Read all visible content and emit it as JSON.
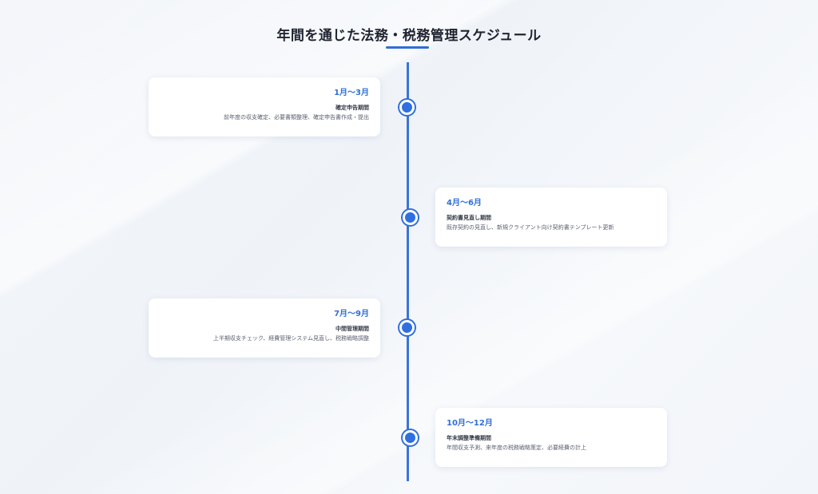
{
  "title": "年間を通じた法務・税務管理スケジュール",
  "accent_color": "#2f6fd6",
  "timeline": [
    {
      "period": "1月〜3月",
      "phase": "確定申告期間",
      "description": "前年度の収支確定、必要書類整理、確定申告書作成・提出"
    },
    {
      "period": "4月〜6月",
      "phase": "契約書見直し期間",
      "description": "既存契約の見直し、新規クライアント向け契約書テンプレート更新"
    },
    {
      "period": "7月〜9月",
      "phase": "中間管理期間",
      "description": "上半期収支チェック、経費管理システム見直し、税務戦略調整"
    },
    {
      "period": "10月〜12月",
      "phase": "年末調整準備期間",
      "description": "年間収支予測、来年度の税務戦略策定、必要経費の計上"
    }
  ]
}
